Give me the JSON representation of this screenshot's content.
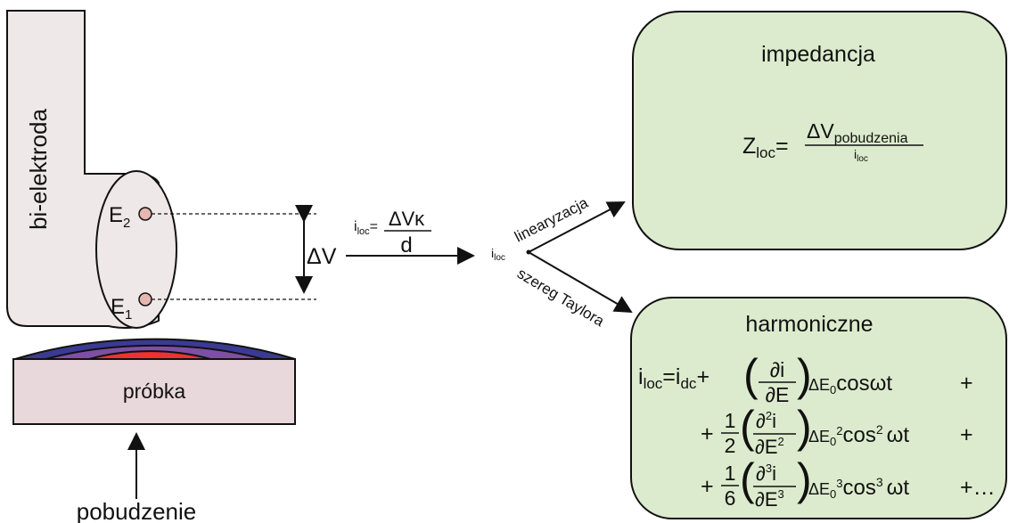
{
  "electrode": {
    "label": "bi-elektroda",
    "e2_base": "E",
    "e2_sub": "2",
    "e1_base": "E",
    "e1_sub": "1"
  },
  "sample": {
    "label": "próbka"
  },
  "excitation": {
    "label": "pobudzenie"
  },
  "delta_v": {
    "label": "ΔV"
  },
  "i_loc_formula": {
    "lhs_base": "i",
    "lhs_sub": "loc",
    "equals": "=",
    "numerator": "ΔVκ",
    "denominator": "d"
  },
  "node": {
    "base": "i",
    "sub": "loc"
  },
  "branches": {
    "upper": "linearyzacja",
    "lower": "szereg Taylora"
  },
  "impedance_box": {
    "title": "impedancja",
    "z_base": "Z",
    "z_sub": "loc",
    "equals": "=",
    "num_base": "ΔV",
    "num_sub": "pobudzenia",
    "den_base": "i",
    "den_sub": "loc"
  },
  "harmonic_box": {
    "title": "harmonicznee",
    "line1": {
      "i_base": "i",
      "i_sub": "loc",
      "eq": "=",
      "idc_base": "i",
      "idc_sub": "dc",
      "plus": "+",
      "d_num": "∂i",
      "d_den": "∂E",
      "delta": "ΔE",
      "sub0": "0",
      "cos": "cosωt",
      "tail": "+"
    },
    "line2": {
      "lead": "+",
      "frac_num": "1",
      "frac_den": "2",
      "d_num": "∂",
      "d_num_exp": "2",
      "d_num_i": "i",
      "d_den": "∂E",
      "d_den_exp": "2",
      "delta": "ΔE",
      "sub0": "0",
      "pow": "2",
      "cos": "cos",
      "cos_pow": "2",
      "wt": "ωt",
      "tail": "+"
    },
    "line3": {
      "lead": "+",
      "frac_num": "1",
      "frac_den": "6",
      "d_num": "∂",
      "d_num_exp": "3",
      "d_num_i": "i",
      "d_den": "∂E",
      "d_den_exp": "3",
      "delta": "ΔE",
      "sub0": "0",
      "pow": "3",
      "cos": "cos",
      "cos_pow": "3",
      "wt": "ωt",
      "tail": "+…"
    }
  },
  "colors": {
    "outer_layer": "#3b3a93",
    "middle_layer": "#7e4fa2",
    "inner_layer": "#ee3131",
    "electrode_fill": "#efe8e8",
    "sample_fill": "#e9d8db",
    "box_fill": "#dcebcd",
    "point_fill": "#e6b6b1"
  }
}
